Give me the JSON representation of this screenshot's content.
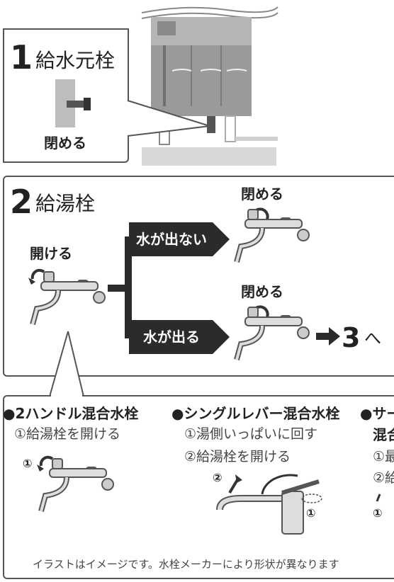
{
  "step1": {
    "number": "1",
    "heading": "給水元栓",
    "action": "閉める"
  },
  "step2": {
    "number": "2",
    "heading": "給湯栓",
    "start_action": "開ける",
    "branch_no_water": {
      "label": "水が出ない",
      "action": "閉める"
    },
    "branch_water": {
      "label": "水が出る",
      "action": "閉める",
      "next_number": "3",
      "next_suffix": "へ"
    }
  },
  "details": {
    "items": [
      {
        "title": "●2ハンドル混合水栓",
        "steps": [
          "①給湯栓を開ける"
        ]
      },
      {
        "title": "●シングルレバー混合水栓",
        "steps": [
          "①湯側いっぱいに回す",
          "②給湯栓を開ける"
        ]
      },
      {
        "title": "●サー",
        "title2": "混合",
        "steps": [
          "①最",
          "②給"
        ]
      }
    ],
    "callout_marks": {
      "one": "①",
      "two": "②"
    },
    "note": "イラストはイメージです。水栓メーカーにより形状が異なります"
  },
  "colors": {
    "border": "#555555",
    "arrow": "#2b2b2b",
    "illustration_gray": "#9a9a9a",
    "illustration_light": "#cfcfcf"
  }
}
